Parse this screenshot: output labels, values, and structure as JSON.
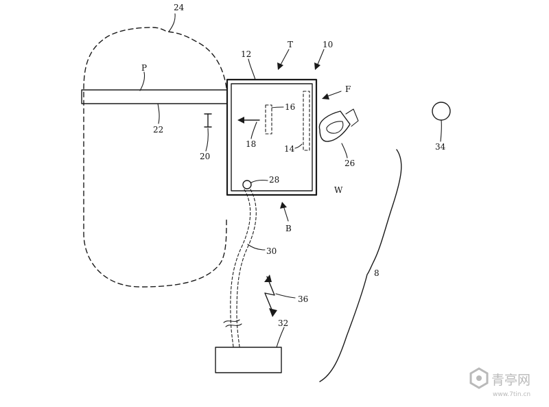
{
  "labels": {
    "l24": "24",
    "l12": "12",
    "lT": "T",
    "l10": "10",
    "lP": "P",
    "lF": "F",
    "l16": "16",
    "l22": "22",
    "l18": "18",
    "l20": "20",
    "l14": "14",
    "l26": "26",
    "l34": "34",
    "l28": "28",
    "lW": "W",
    "lB": "B",
    "l30": "30",
    "l8": "8",
    "l36": "36",
    "l32": "32"
  },
  "watermark": {
    "brand": "青亭网",
    "url": "www.7tin.cn"
  },
  "colors": {
    "ink": "#1a1a1a",
    "watermark": "#b9b9b9"
  }
}
